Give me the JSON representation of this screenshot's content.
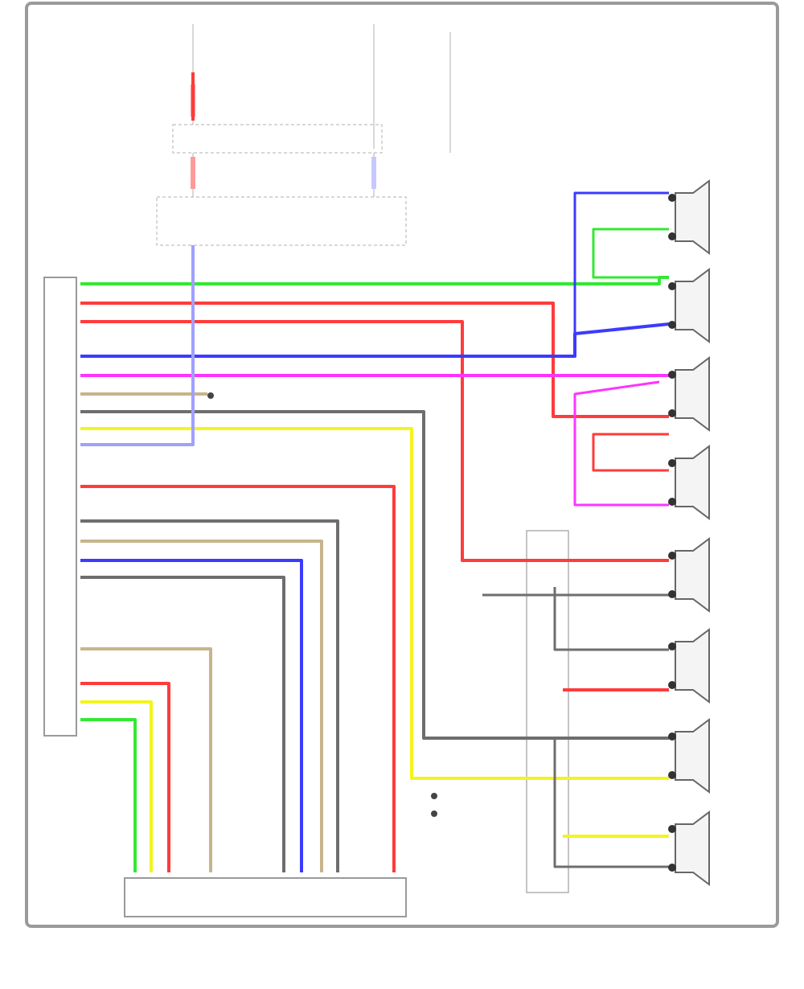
{
  "colors": {
    "green": "#33e833",
    "red": "#ff3b3b",
    "blue": "#3b3bff",
    "magenta": "#ff33ff",
    "tan": "#c8b48c",
    "gray": "#6e6e6e",
    "yellow": "#f4f41e",
    "lightblue": "#9fa0ff",
    "frame": "#9a9a9a"
  },
  "wires": [
    {
      "id": "ch-green-front-tw",
      "color": "green"
    },
    {
      "id": "ch-red-left-door",
      "color": "red"
    },
    {
      "id": "ch-red-right-rear-door",
      "color": "red"
    },
    {
      "id": "ch-blue-front-tw",
      "color": "blue"
    },
    {
      "id": "ch-magenta-left-door",
      "color": "magenta"
    },
    {
      "id": "ch-tan-ground",
      "color": "tan"
    },
    {
      "id": "ch-gray-rear-door",
      "color": "gray"
    },
    {
      "id": "ch-yellow-rear-door",
      "color": "yellow"
    },
    {
      "id": "ch-lightblue-fuse",
      "color": "lightblue"
    },
    {
      "id": "ch-red-console",
      "color": "red"
    },
    {
      "id": "ch-gray-console-a",
      "color": "gray"
    },
    {
      "id": "ch-tan-console-b",
      "color": "tan"
    },
    {
      "id": "ch-blue-console-c",
      "color": "blue"
    },
    {
      "id": "ch-gray-console-d",
      "color": "gray"
    },
    {
      "id": "ch-tan-console-e",
      "color": "tan"
    },
    {
      "id": "ch-red-console-f",
      "color": "red"
    },
    {
      "id": "ch-yellow-console-g",
      "color": "yellow"
    },
    {
      "id": "ch-green-console-h",
      "color": "green"
    },
    {
      "id": "ch-red-right-rear-out",
      "color": "red"
    },
    {
      "id": "ch-red-rear-tw",
      "color": "red"
    },
    {
      "id": "ch-yellow-rear-tw",
      "color": "yellow"
    },
    {
      "id": "ch-red-fuse-top",
      "color": "red"
    }
  ],
  "speakers": [
    {
      "id": "speaker-1"
    },
    {
      "id": "speaker-2"
    },
    {
      "id": "speaker-3"
    },
    {
      "id": "speaker-4"
    },
    {
      "id": "speaker-5"
    },
    {
      "id": "speaker-6"
    },
    {
      "id": "speaker-7"
    },
    {
      "id": "speaker-8"
    }
  ]
}
